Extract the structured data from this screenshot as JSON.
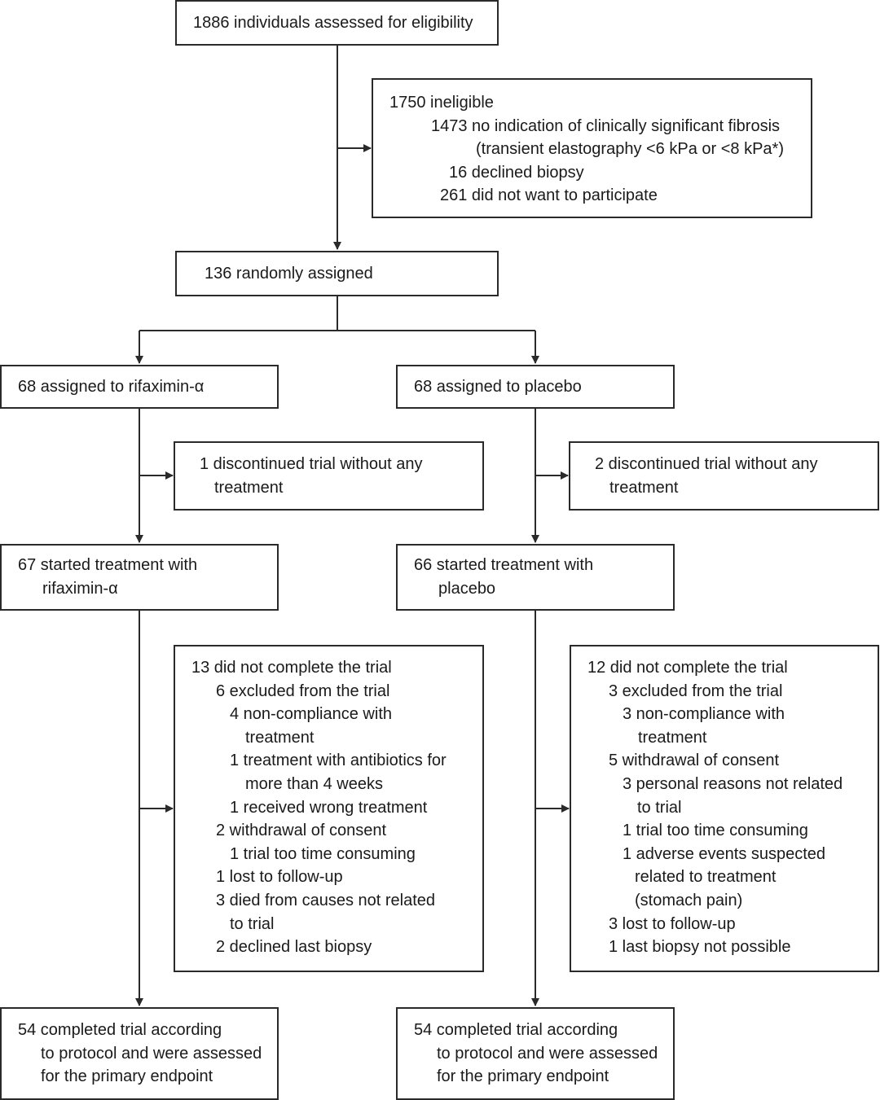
{
  "nodes": {
    "assessed": {
      "lines": [
        "1886 individuals assessed for eligibility"
      ]
    },
    "ineligible": {
      "lines": [
        "1750 ineligible",
        "1473 no indication of clinically significant fibrosis",
        "(transient elastography <6 kPa or <8 kPa*)",
        "16 declined biopsy",
        "261 did not want to participate"
      ]
    },
    "randomised": {
      "lines": [
        "136 randomly assigned"
      ]
    },
    "rif_assigned": {
      "lines": [
        "68 assigned to rifaximin-α"
      ]
    },
    "pla_assigned": {
      "lines": [
        "68 assigned to placebo"
      ]
    },
    "rif_disc": {
      "lines": [
        "1 discontinued trial without any",
        "treatment"
      ]
    },
    "pla_disc": {
      "lines": [
        "2 discontinued trial without any",
        "treatment"
      ]
    },
    "rif_started": {
      "lines": [
        "67 started treatment with",
        "rifaximin-α"
      ]
    },
    "pla_started": {
      "lines": [
        "66 started treatment with",
        "placebo"
      ]
    },
    "rif_dropout": {
      "lines": [
        "13 did not complete the trial",
        "6 excluded from the trial",
        "4 non-compliance with",
        "treatment",
        "1 treatment with antibiotics for",
        "more than 4 weeks",
        "1 received wrong treatment",
        "2 withdrawal of consent",
        "1 trial too time consuming",
        "1 lost to follow-up",
        "3 died from causes not related",
        "to trial",
        "2 declined last biopsy"
      ]
    },
    "pla_dropout": {
      "lines": [
        "12 did not complete the trial",
        "3 excluded from the trial",
        "3 non-compliance with",
        "treatment",
        "5 withdrawal of consent",
        "3 personal reasons not related",
        "to trial",
        "1 trial too time consuming",
        "1 adverse events suspected",
        "related to treatment",
        "(stomach pain)",
        "3 lost to follow-up",
        "1 last biopsy not possible"
      ]
    },
    "rif_completed": {
      "lines": [
        "54 completed trial according",
        "to protocol and were assessed",
        "for the primary endpoint"
      ]
    },
    "pla_completed": {
      "lines": [
        "54 completed trial according",
        "to protocol and were assessed",
        "for the primary endpoint"
      ]
    }
  },
  "colors": {
    "line": "#2a2a2a",
    "text": "#1a1a1a",
    "background": "#ffffff"
  }
}
